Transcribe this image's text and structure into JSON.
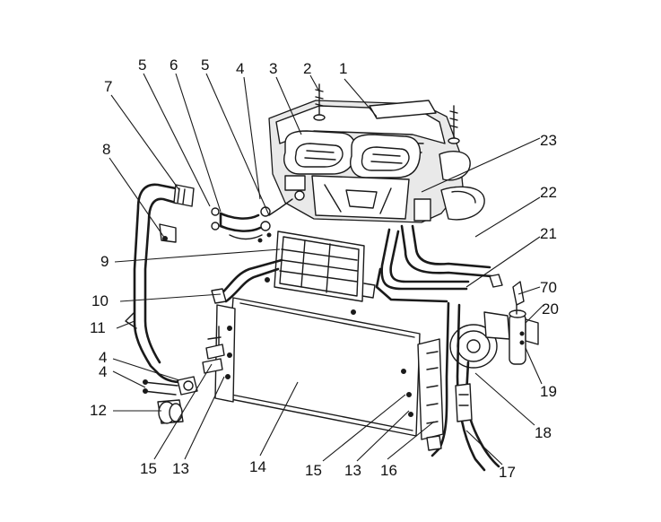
{
  "callouts": [
    {
      "label": "1"
    },
    {
      "label": "2"
    },
    {
      "label": "3"
    },
    {
      "label": "4"
    },
    {
      "label": "5"
    },
    {
      "label": "6"
    },
    {
      "label": "5"
    },
    {
      "label": "7"
    },
    {
      "label": "8"
    },
    {
      "label": "9"
    },
    {
      "label": "10"
    },
    {
      "label": "11"
    },
    {
      "label": "4"
    },
    {
      "label": "4"
    },
    {
      "label": "12"
    },
    {
      "label": "15"
    },
    {
      "label": "13"
    },
    {
      "label": "14"
    },
    {
      "label": "15"
    },
    {
      "label": "13"
    },
    {
      "label": "16"
    },
    {
      "label": "17"
    },
    {
      "label": "18"
    },
    {
      "label": "19"
    },
    {
      "label": "20"
    },
    {
      "label": "70"
    },
    {
      "label": "21"
    },
    {
      "label": "22"
    },
    {
      "label": "23"
    }
  ]
}
